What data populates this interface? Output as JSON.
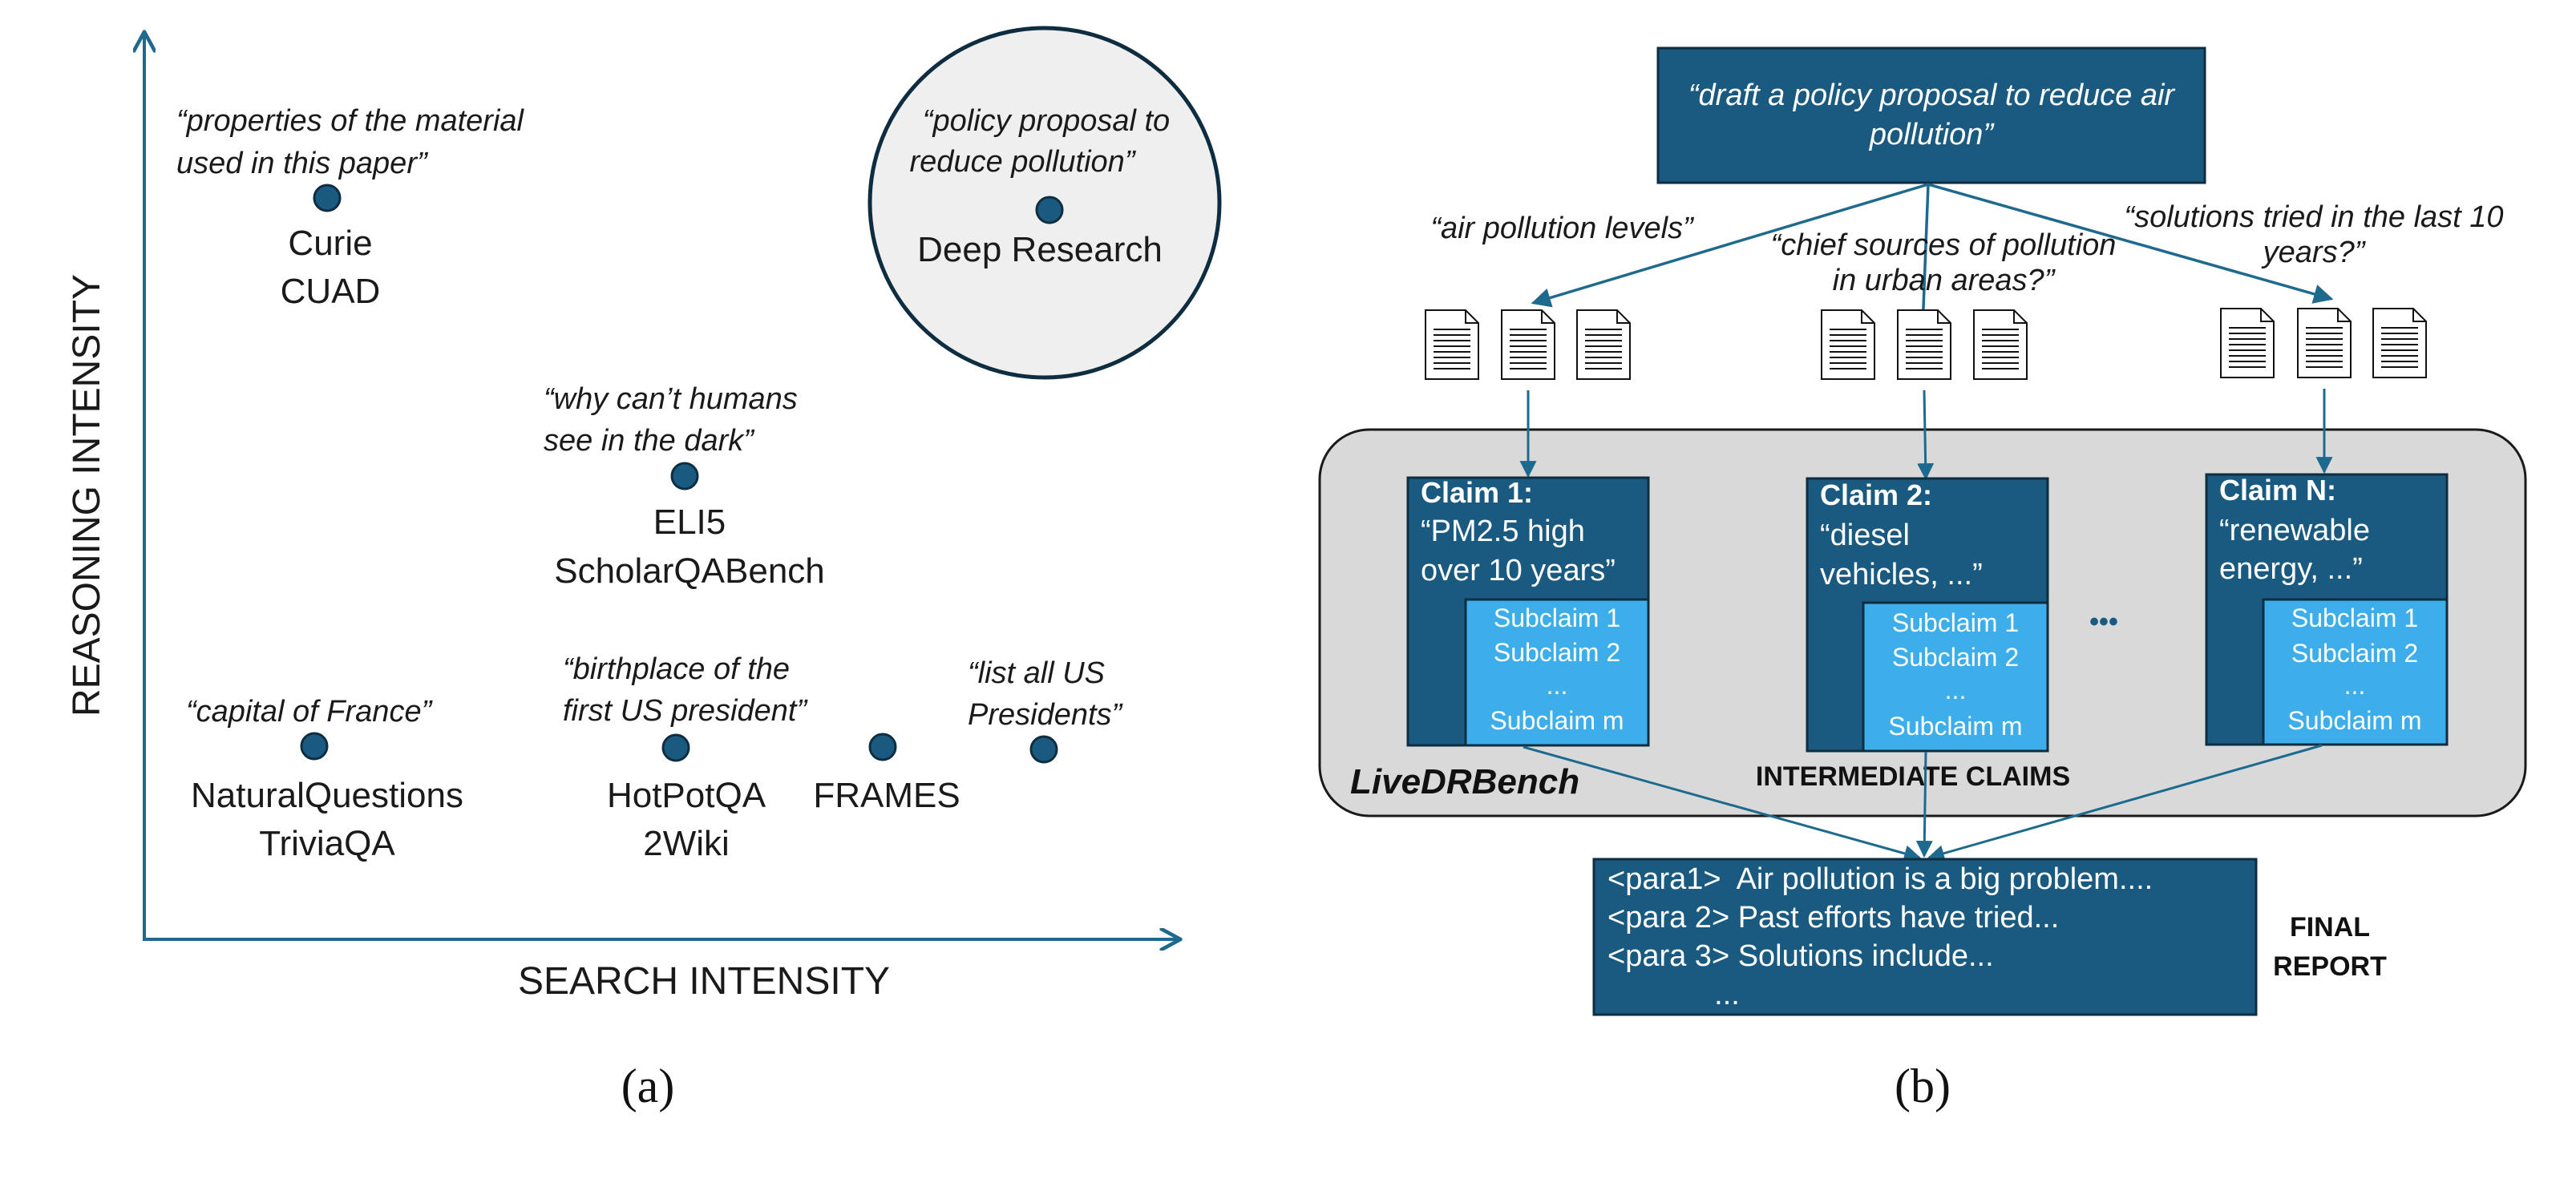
{
  "colors": {
    "dark_blue": "#1a5a80",
    "light_blue": "#3daee9",
    "arrow": "#1e6a8e",
    "panel_gray": "#d9d9d9",
    "circle_fill": "#efefef"
  },
  "panel_a": {
    "label": "(a)",
    "x_axis_label": "SEARCH INTENSITY",
    "y_axis_label": "REASONING INTENSITY",
    "points": [
      {
        "id": "curie",
        "quote": [
          "“properties of the material",
          "used in this paper”"
        ],
        "benchmarks": [
          "Curie",
          "CUAD"
        ]
      },
      {
        "id": "deep-research",
        "quote": [
          "“policy proposal to",
          "reduce pollution”"
        ],
        "benchmarks": [
          "Deep Research"
        ]
      },
      {
        "id": "eli5",
        "quote": [
          "“why can’t humans",
          "see in the dark”"
        ],
        "benchmarks": [
          "ELI5",
          "ScholarQABench"
        ]
      },
      {
        "id": "nq",
        "quote": [
          "“capital of France”"
        ],
        "benchmarks": [
          "NaturalQuestions",
          "TriviaQA"
        ]
      },
      {
        "id": "hotpot",
        "quote": [
          "“birthplace of  the",
          "first US president”"
        ],
        "benchmarks": [
          "HotPotQA",
          "2Wiki"
        ]
      },
      {
        "id": "frames",
        "quote": [],
        "benchmarks": [
          "FRAMES"
        ]
      },
      {
        "id": "list-us",
        "quote": [
          "“list all US",
          "Presidents”"
        ],
        "benchmarks": []
      }
    ]
  },
  "panel_b": {
    "label": "(b)",
    "top_query": [
      "“draft a policy proposal to reduce air",
      "pollution”"
    ],
    "sub_queries": [
      [
        "“air pollution levels”"
      ],
      [
        "“chief sources of pollution",
        "in urban areas?”"
      ],
      [
        "“solutions tried in the last 10",
        "years?”"
      ]
    ],
    "claims": [
      {
        "title": "Claim 1:",
        "text": [
          "“PM2.5 high",
          "over 10 years”"
        ],
        "subclaims": [
          "Subclaim 1",
          "Subclaim 2",
          "...",
          "Subclaim m"
        ]
      },
      {
        "title": "Claim 2:",
        "text": [
          "“diesel",
          "vehicles, ...”"
        ],
        "subclaims": [
          "Subclaim 1",
          "Subclaim 2",
          "...",
          "Subclaim m"
        ]
      },
      {
        "title": "Claim N:",
        "text": [
          "“renewable",
          "energy, ...”"
        ],
        "subclaims": [
          "Subclaim 1",
          "Subclaim 2",
          "...",
          "Subclaim m"
        ]
      }
    ],
    "ellipsis": "•••",
    "bench_name": "LiveDRBench",
    "intermediate_label": "INTERMEDIATE CLAIMS",
    "report_lines": [
      "<para1>  Air pollution is a big problem....",
      "<para 2> Past efforts have tried...",
      "<para 3> Solutions include...",
      "..."
    ],
    "final_label": [
      "FINAL",
      "REPORT"
    ]
  }
}
